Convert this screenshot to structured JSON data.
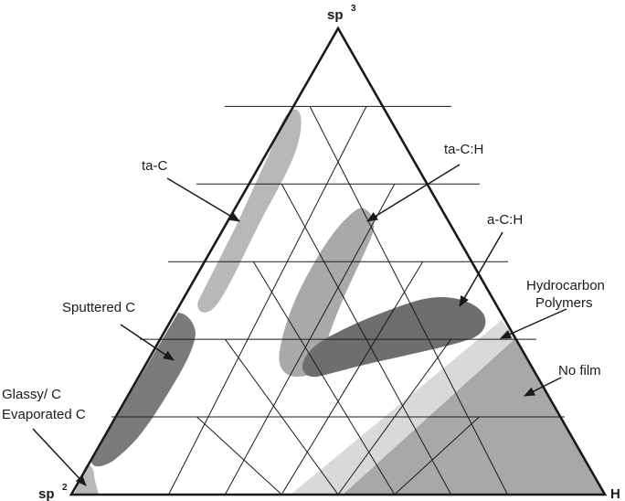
{
  "corners": {
    "top": {
      "base": "sp",
      "sup": "3"
    },
    "left": {
      "base": "sp",
      "sup": "2"
    },
    "right": {
      "label": "H"
    }
  },
  "regions": {
    "ta_c": {
      "label": "ta-C",
      "color": "#b8b8b8"
    },
    "ta_c_h": {
      "label": "ta-C:H",
      "color": "#a9a9a9"
    },
    "a_c_h": {
      "label": "a-C:H",
      "color": "#6e6e6e"
    },
    "hydrocarbon_polymers": {
      "line1": "Hydrocarbon",
      "line2": "Polymers",
      "color": "#d9d9d9"
    },
    "no_film": {
      "label": "No film",
      "color": "#a8a8a8"
    },
    "sputtered_c": {
      "label": "Sputtered C",
      "color": "#7a7a7a"
    },
    "glassy_c": {
      "line1": "Glassy/ C",
      "line2": "Evaporated C",
      "color": "#b8b8b8"
    }
  }
}
